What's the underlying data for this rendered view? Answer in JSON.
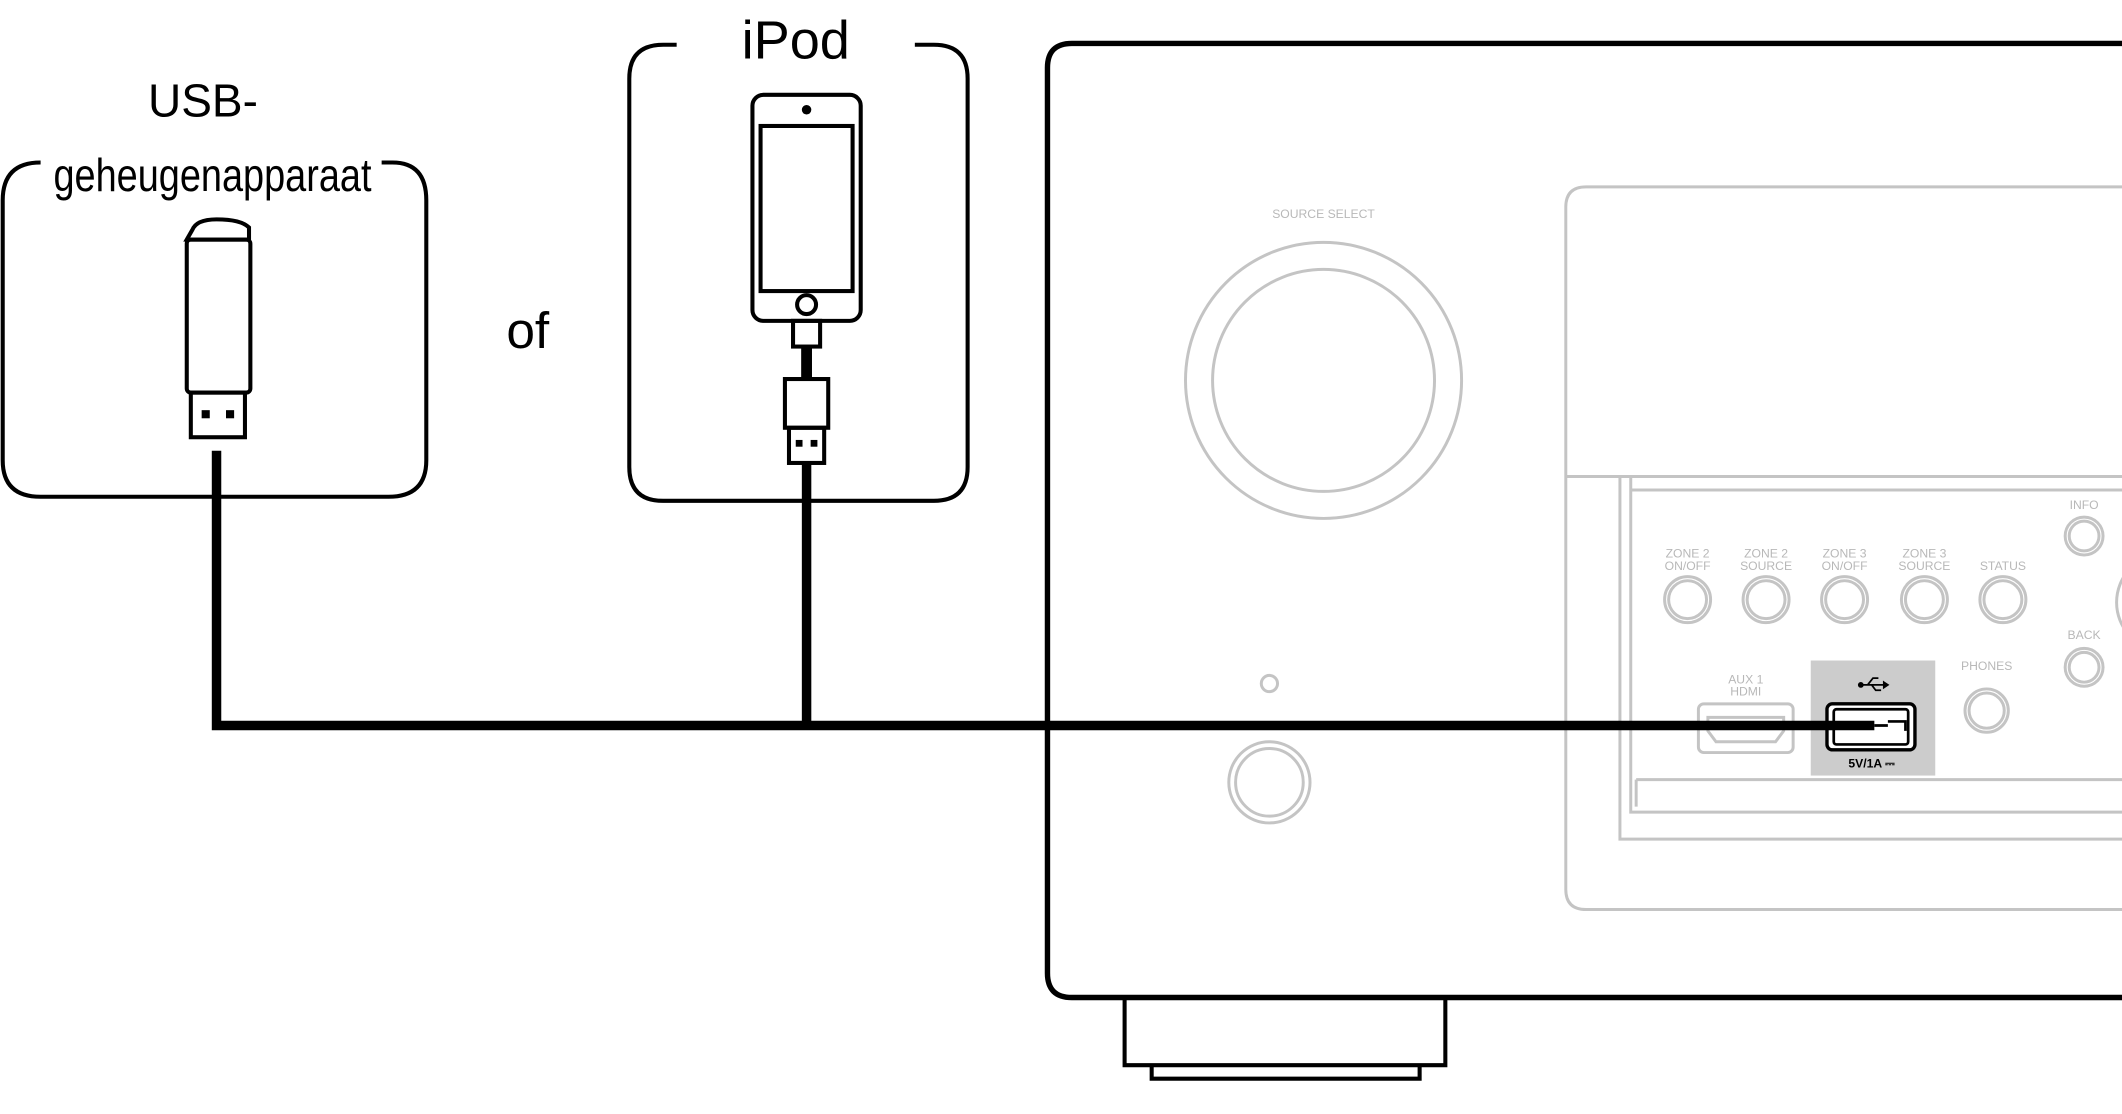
{
  "usb_device": {
    "label_line1": "USB-",
    "label_line2": "geheugenapparaat"
  },
  "separator": "of",
  "ipod": {
    "label": "iPod"
  },
  "receiver": {
    "source_select": "SOURCE SELECT",
    "buttons": [
      {
        "line1": "ZONE 2",
        "line2": "ON/OFF"
      },
      {
        "line1": "ZONE 2",
        "line2": "SOURCE"
      },
      {
        "line1": "ZONE 3",
        "line2": "ON/OFF"
      },
      {
        "line1": "ZONE 3",
        "line2": "SOURCE"
      },
      {
        "line1": "",
        "line2": "STATUS"
      }
    ],
    "info": "INFO",
    "back": "BACK",
    "phones": "PHONES",
    "aux_line1": "AUX 1",
    "aux_line2": "HDMI",
    "usb_rating": "5V/1A ⎓",
    "usb_highlight_color": "#cccccc"
  }
}
